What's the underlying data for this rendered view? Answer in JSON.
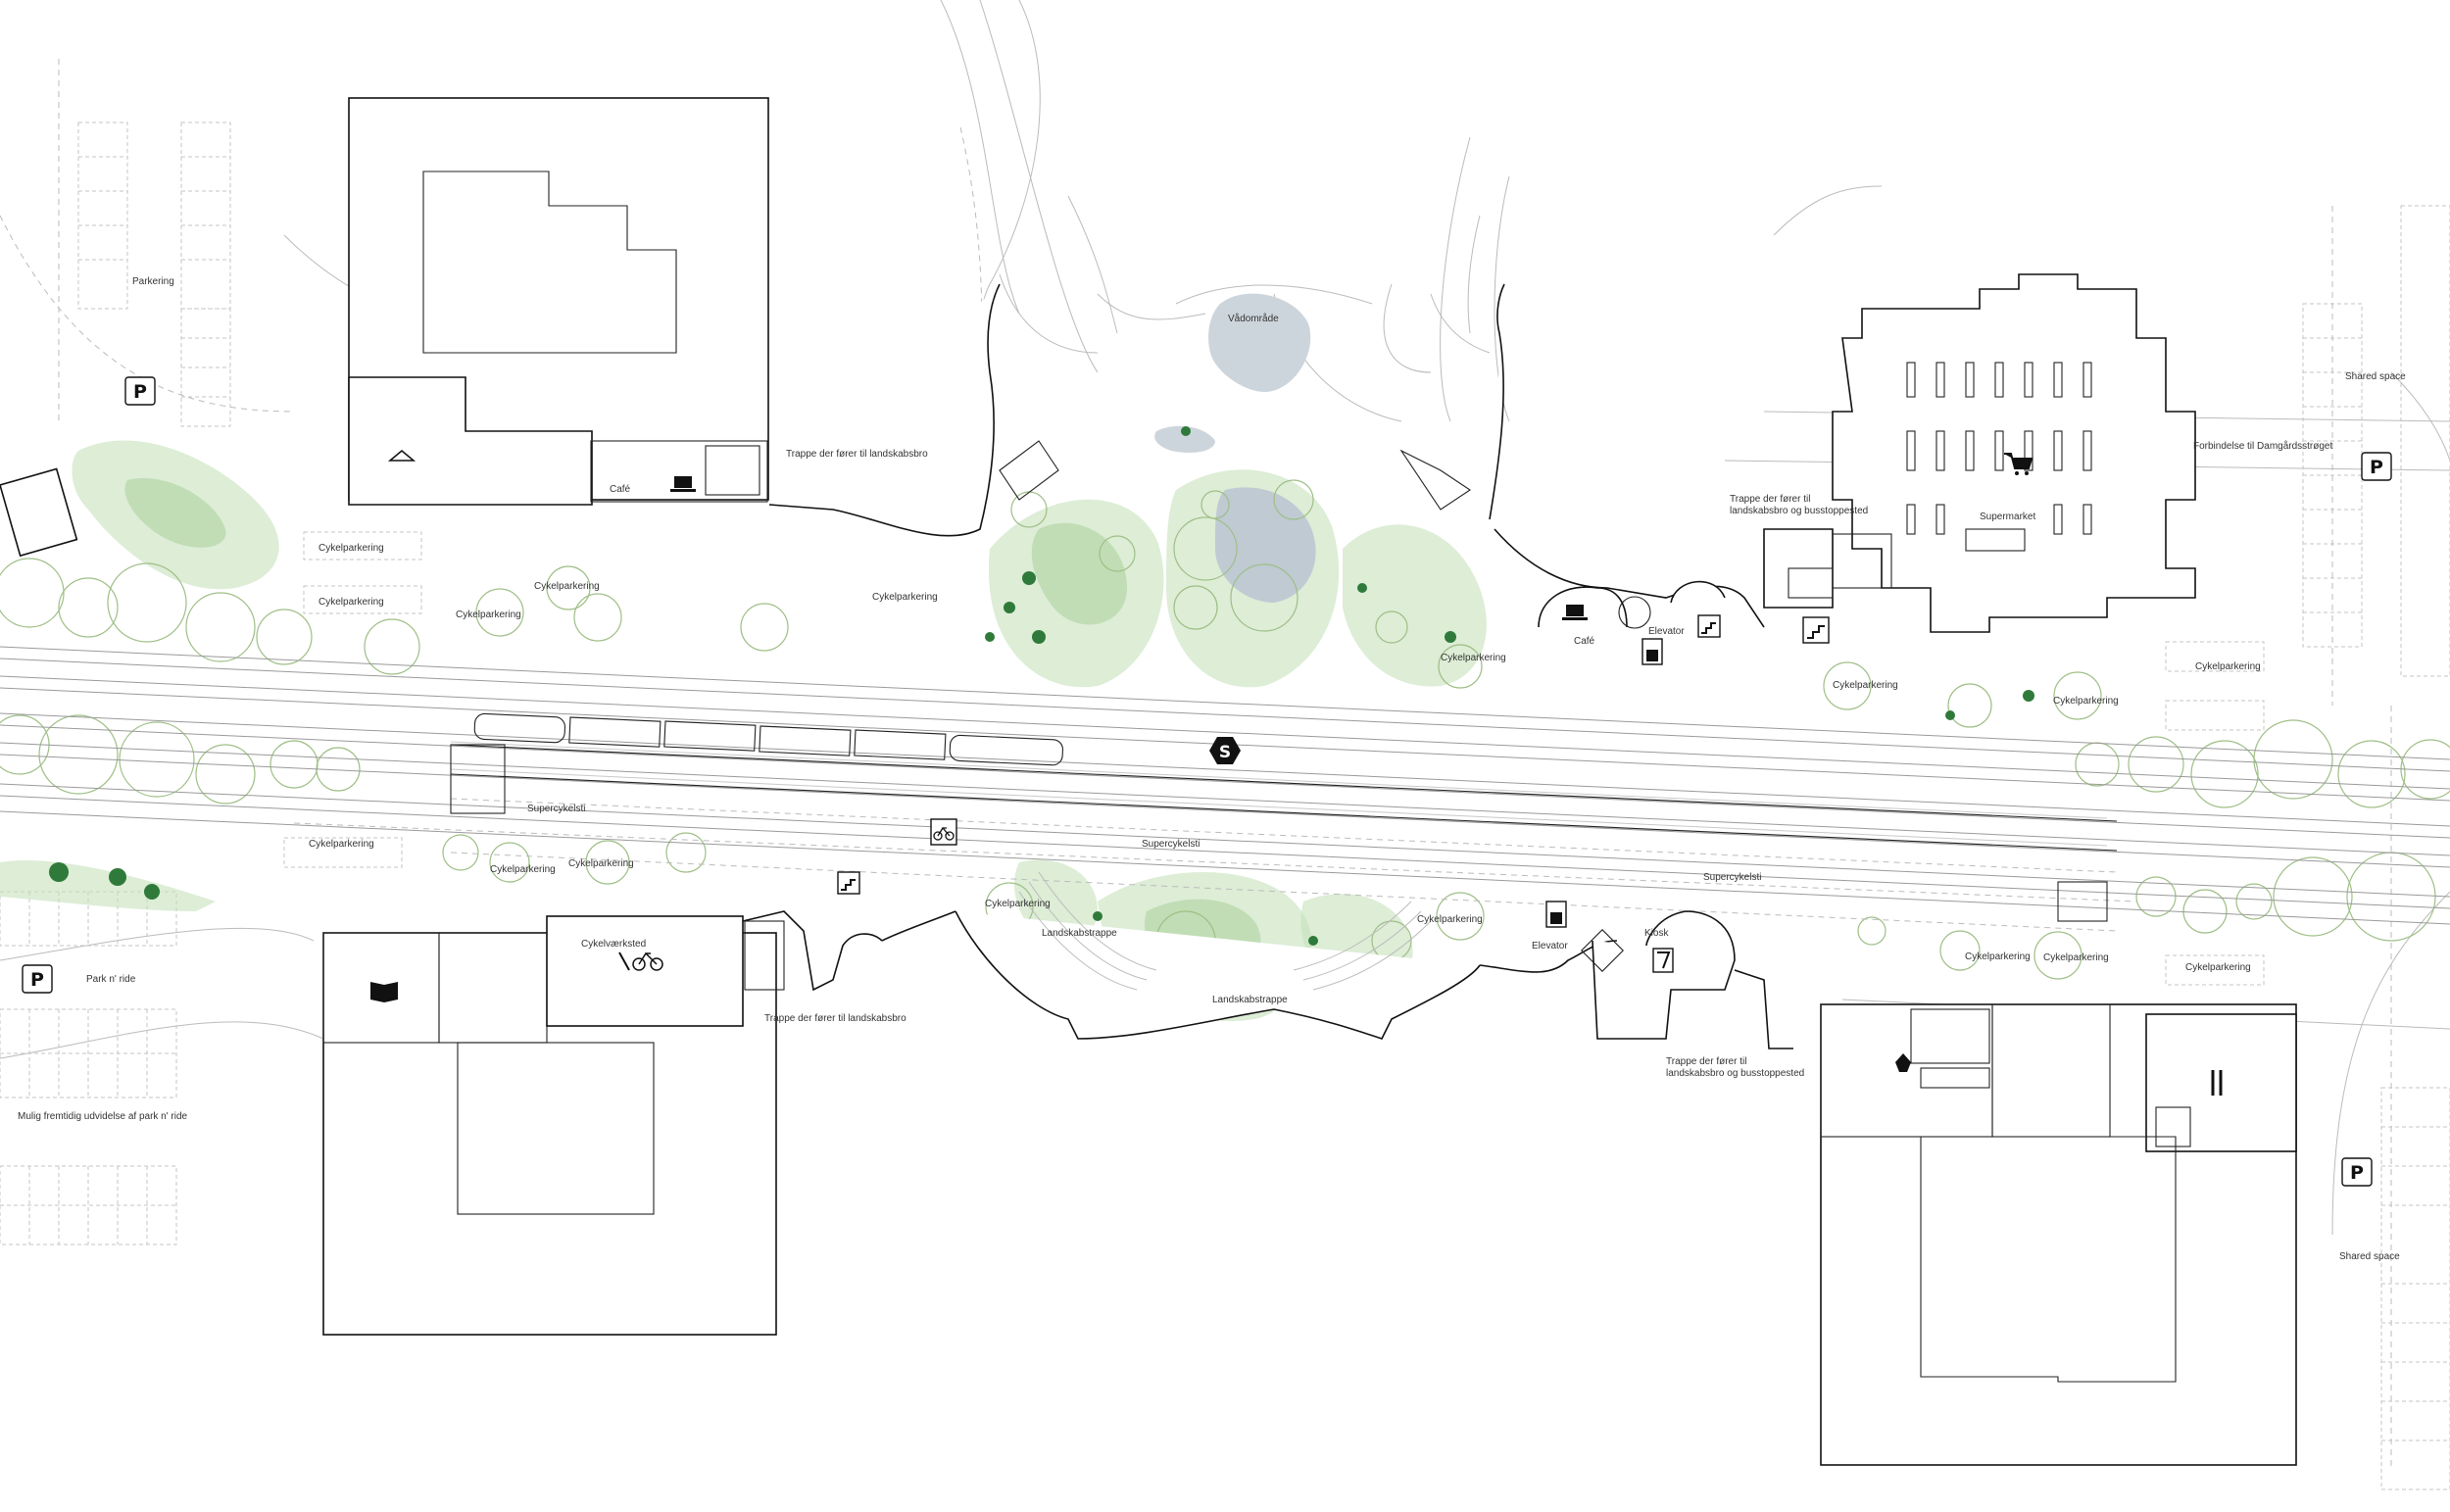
{
  "labels": {
    "parkering": "Parkering",
    "cafe_nw": "Café",
    "trappe_nw": "Trappe der fører til landskabsbro",
    "vadomrade": "Vådområde",
    "trappe_ne": "Trappe der fører til landskabsbro og busstoppested",
    "supermarket": "Supermarket",
    "shared_space_ne": "Shared space",
    "forbindelse": "Forbindelse til Damgårdsstrøget",
    "cykel_w1": "Cykelparkering",
    "cykel_w2": "Cykelparkering",
    "cykel_nw1": "Cykelparkering",
    "cykel_nw2": "Cykelparkering",
    "cykel_nc": "Cykelparkering",
    "cafe_ne": "Café",
    "elevator_n": "Elevator",
    "cykel_ne1": "Cykelparkering",
    "cykel_ne2": "Cykelparkering",
    "cykel_ne3": "Cykelparkering",
    "cykel_ne4": "Cykelparkering",
    "supercykelsti_1": "Supercykelsti",
    "supercykelsti_2": "Supercykelsti",
    "supercykelsti_3": "Supercykelsti",
    "cykel_sw0": "Cykelparkering",
    "cykel_sw1": "Cykelparkering",
    "cykel_sw2": "Cykelparkering",
    "cykelvaerksted": "Cykelværksted",
    "park_n_ride": "Park n' ride",
    "mulig": "Mulig fremtidig udvidelse af park n' ride",
    "trappe_sw": "Trappe der fører til landskabsbro",
    "cykel_sc1": "Cykelparkering",
    "landskabstrappe_1": "Landskabstrappe",
    "landskabstrappe_2": "Landskabstrappe",
    "cykel_sc2": "Cykelparkering",
    "elevator_s": "Elevator",
    "kiosk": "Kiosk",
    "trappe_se": "Trappe der fører til landskabsbro og busstoppested",
    "cykel_se1": "Cykelparkering",
    "cykel_se2": "Cykelparkering",
    "cykel_se3": "Cykelparkering",
    "shared_space_se": "Shared space"
  },
  "icons": {
    "parking_symbol": "P",
    "station_symbol": "S",
    "parking_icon_name": "parking-icon",
    "station_icon_name": "s-train-icon"
  },
  "colors": {
    "vegetation_light": "#c6e1bb",
    "vegetation_mid": "#a9cf9a",
    "tree_outline": "#9fbf86",
    "tree_dark": "#2f7a3a",
    "water": "#cdd5dc",
    "building_line": "#111111"
  }
}
